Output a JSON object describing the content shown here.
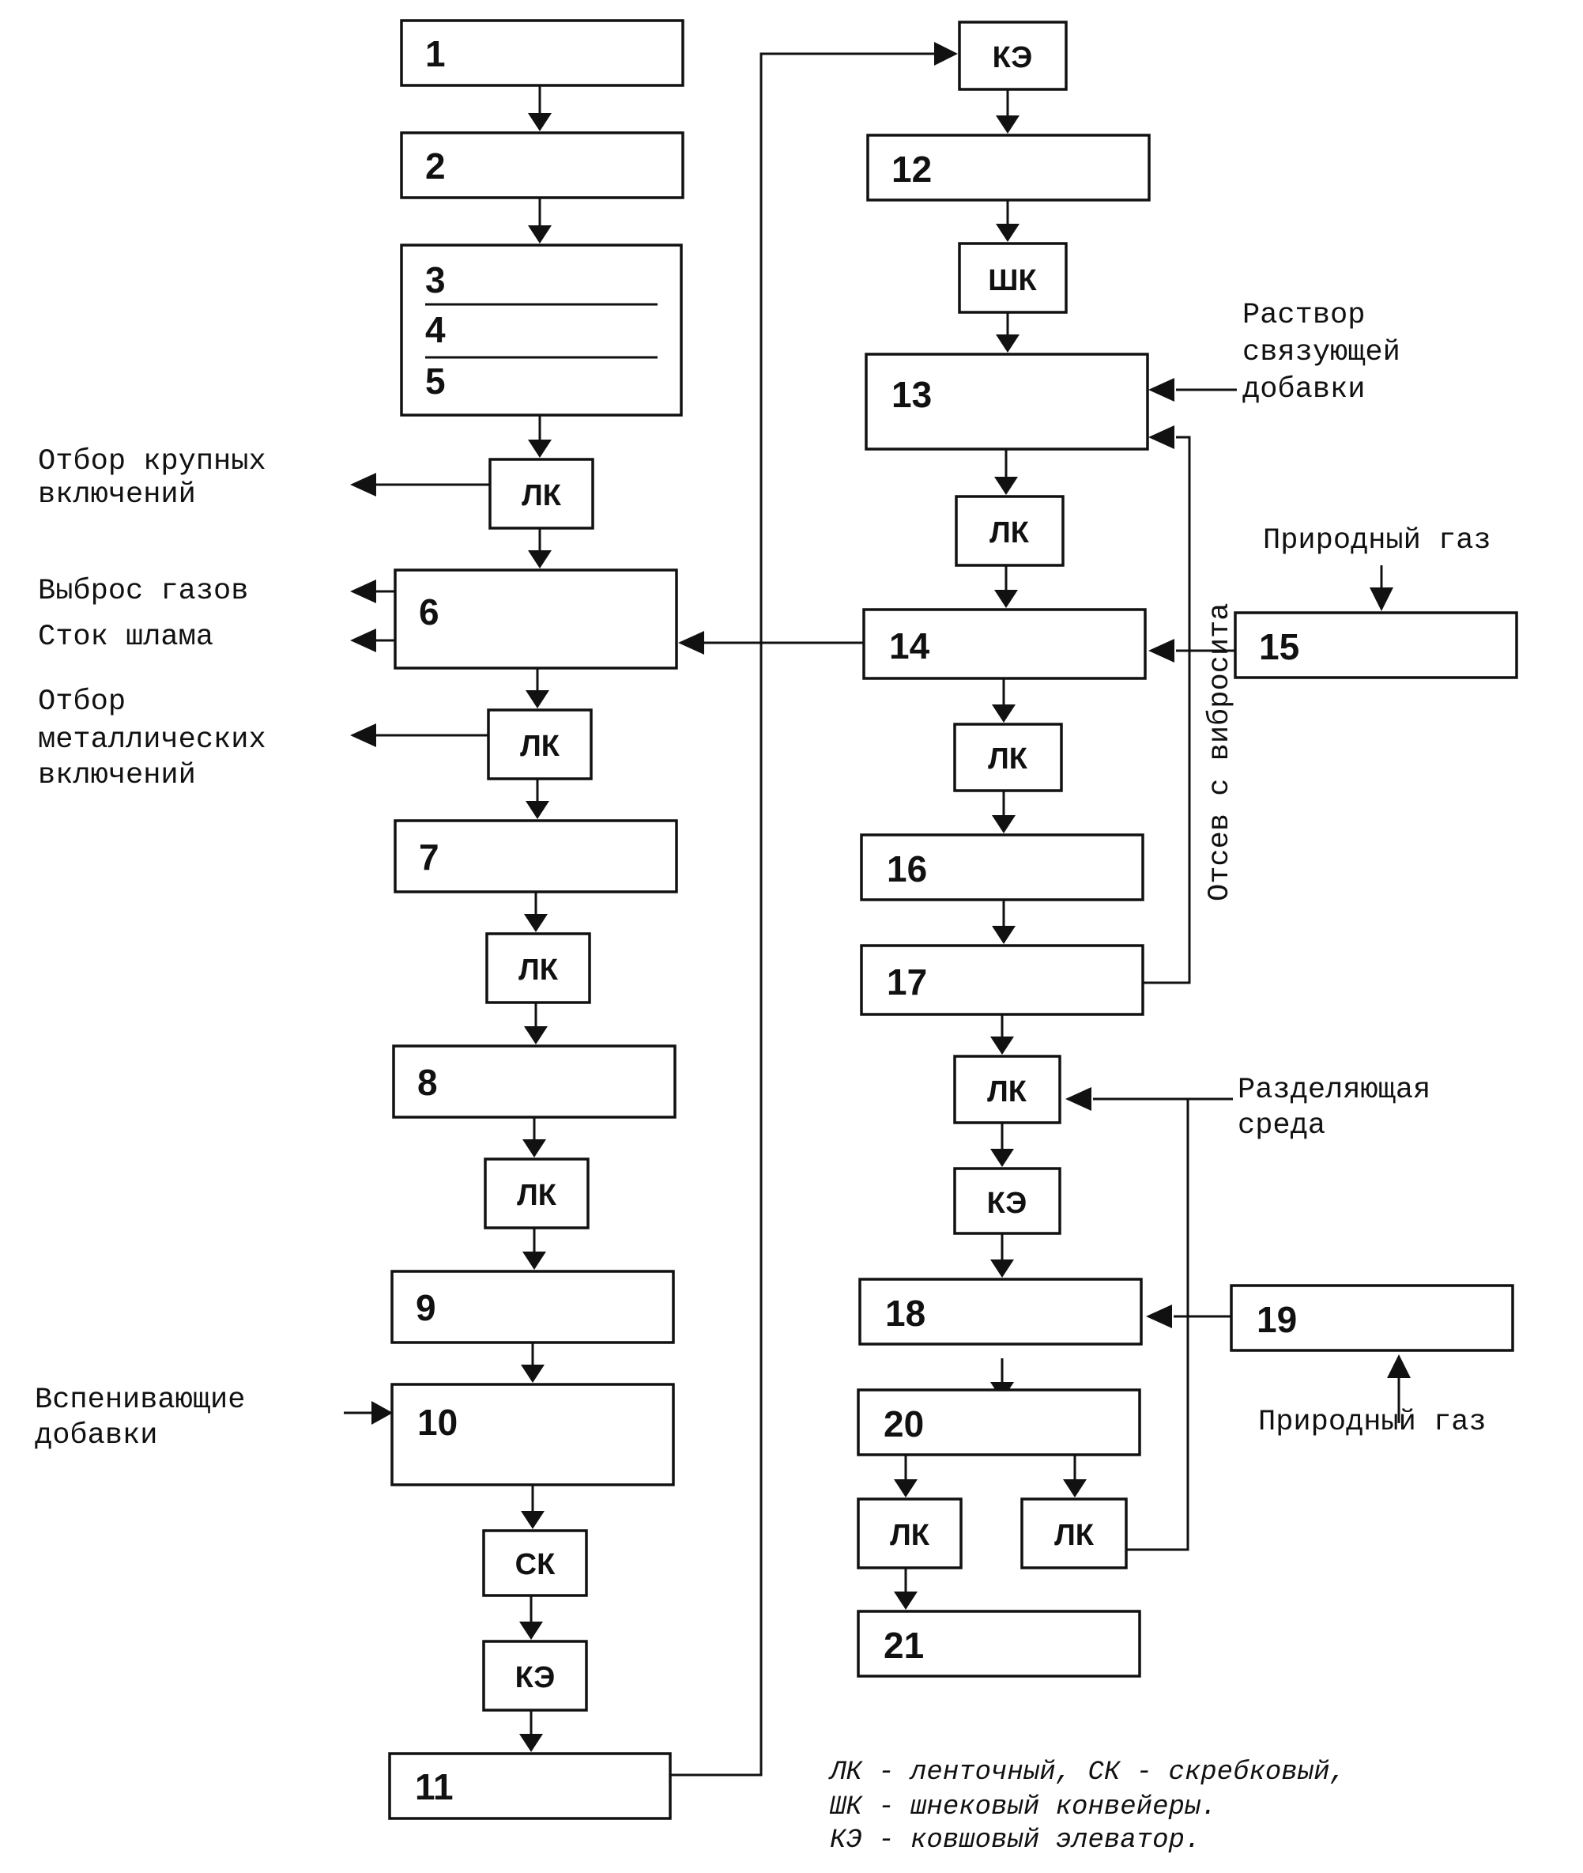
{
  "blocks": {
    "b1": "1",
    "b2": "2",
    "b3": "3",
    "b4": "4",
    "b5": "5",
    "b6": "6",
    "b7": "7",
    "b8": "8",
    "b9": "9",
    "b10": "10",
    "b11": "11",
    "b12": "12",
    "b13": "13",
    "b14": "14",
    "b15": "15",
    "b16": "16",
    "b17": "17",
    "b18": "18",
    "b19": "19",
    "b20": "20",
    "b21": "21"
  },
  "conveyors": {
    "lk": "ЛК",
    "sk": "СК",
    "ke": "КЭ",
    "shk": "ШК"
  },
  "labels": {
    "large_inclusions": [
      "Отбор крупных",
      "включений"
    ],
    "gas_emission": "Выброс газов",
    "sludge_drain": "Сток шлама",
    "metal_inclusions": [
      "Отбор",
      "металлических",
      "включений"
    ],
    "foaming_additives": [
      "Вспенивающие",
      "добавки"
    ],
    "binder_solution": [
      "Раствор",
      "связующей",
      "добавки"
    ],
    "natural_gas": "Природный газ",
    "screen_siftings": "Отсев с вибросита",
    "separating_medium": [
      "Разделяющая",
      "среда"
    ]
  },
  "legend": [
    "ЛК - ленточный, СК - скребковый,",
    "ШК - шнековый конвейеры.",
    "КЭ - ковшовый элеватор."
  ]
}
